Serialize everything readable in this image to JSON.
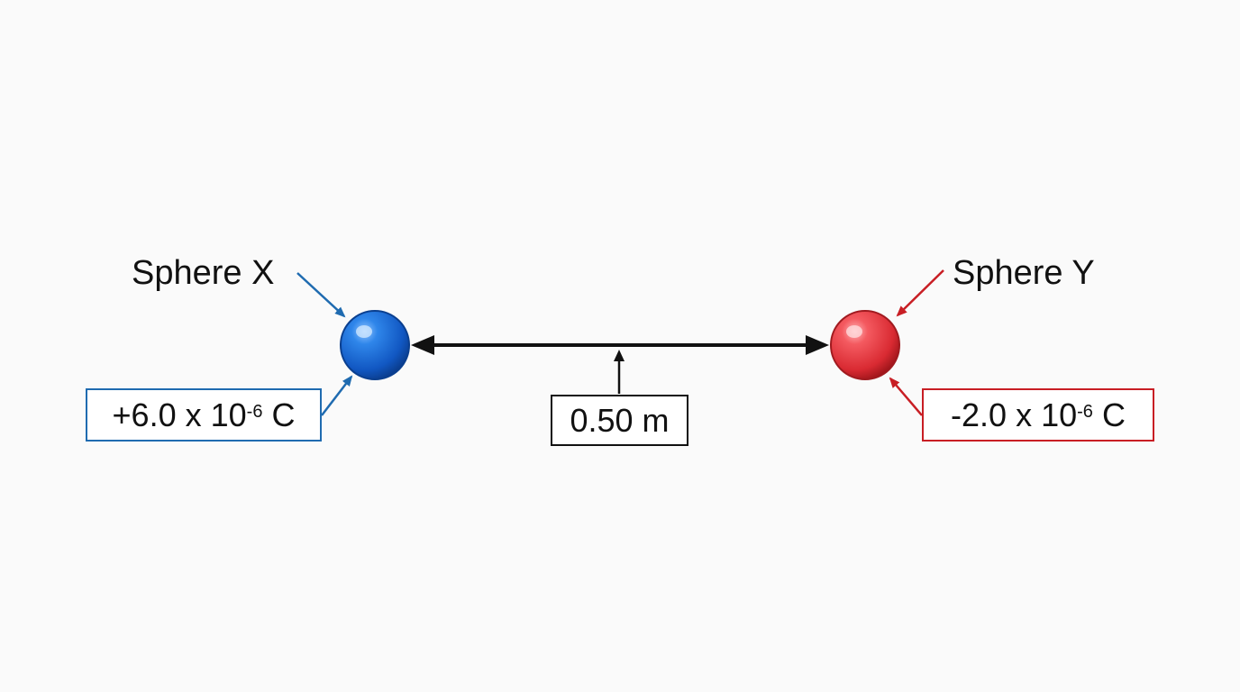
{
  "sphere_x": {
    "name": "Sphere X",
    "charge_mantissa": "+6.0 x 10",
    "charge_exponent": "-6",
    "charge_unit": " C",
    "color": "#1565c8",
    "accent_color": "#1f6bb0"
  },
  "sphere_y": {
    "name": "Sphere Y",
    "charge_mantissa": "-2.0 x 10",
    "charge_exponent": "-6",
    "charge_unit": " C",
    "color": "#e53940",
    "accent_color": "#c81e24"
  },
  "separation": {
    "label": "0.50 m"
  }
}
